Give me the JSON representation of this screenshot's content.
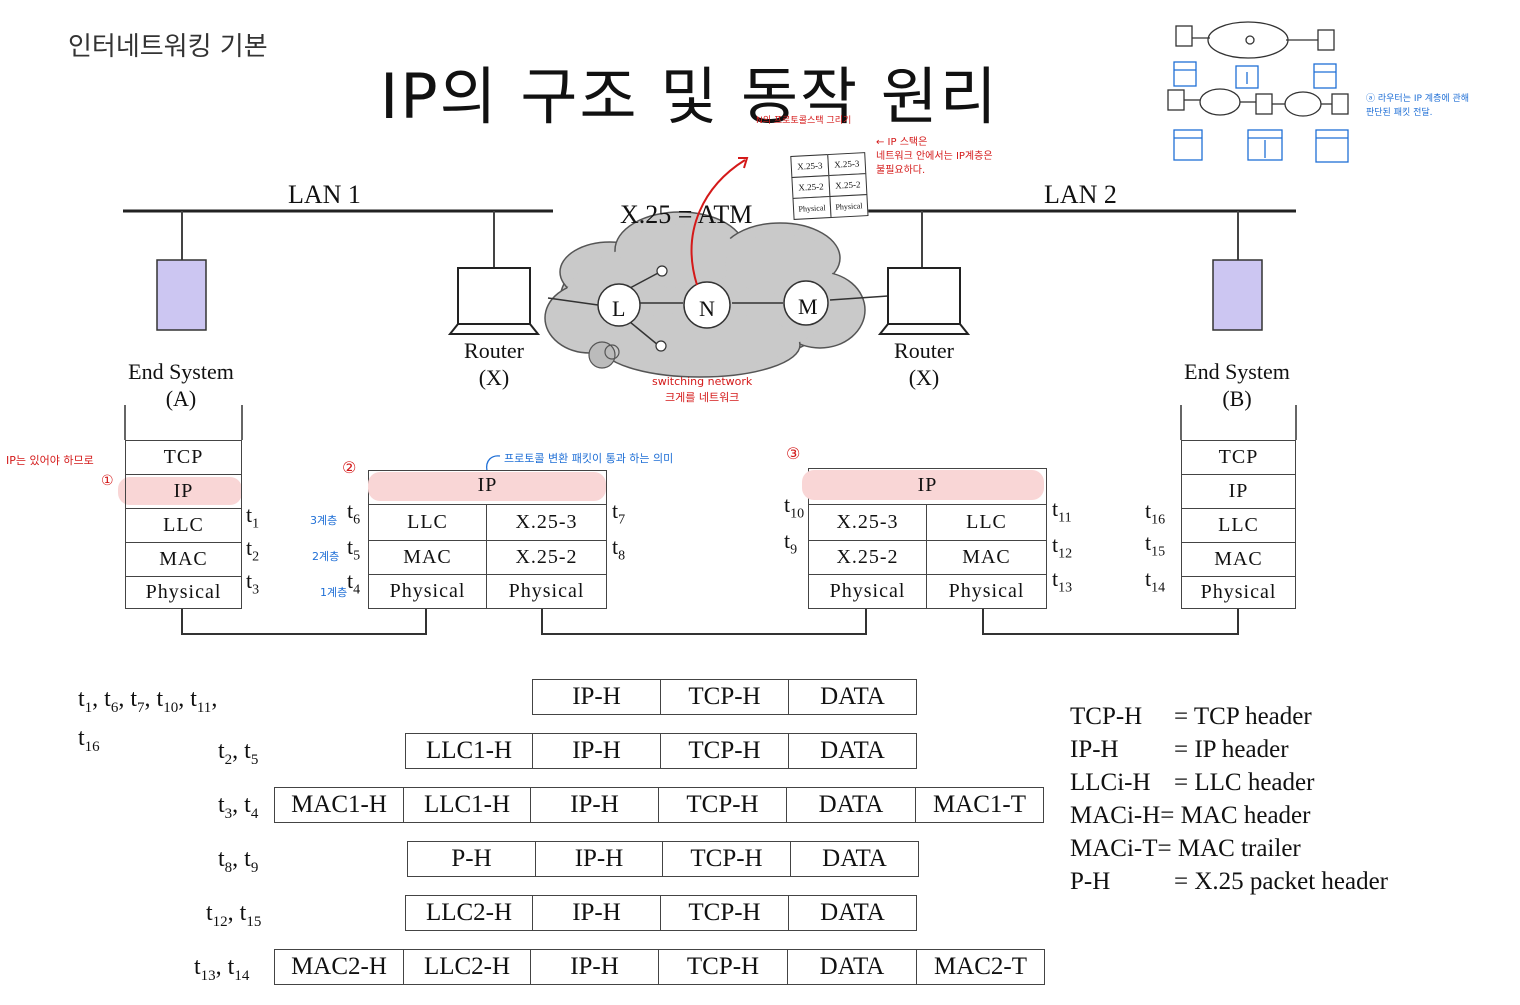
{
  "subtitle": "인터네트워킹 기본",
  "title": "IP의 구조 및 동작 원리",
  "lan1": "LAN 1",
  "lan2": "LAN 2",
  "network_label": "X.25 = ATM",
  "nodes": [
    "L",
    "N",
    "M"
  ],
  "end_system_a": {
    "name": "End System",
    "id": "(A)",
    "layers": [
      "TCP",
      "IP",
      "LLC",
      "MAC",
      "Physical"
    ]
  },
  "end_system_b": {
    "name": "End System",
    "id": "(B)",
    "layers": [
      "TCP",
      "IP",
      "LLC",
      "MAC",
      "Physical"
    ]
  },
  "router_left": {
    "name": "Router",
    "id": "(X)",
    "top": "IP",
    "left_layers": [
      "LLC",
      "MAC",
      "Physical"
    ],
    "right_layers": [
      "X.25-3",
      "X.25-2",
      "Physical"
    ]
  },
  "router_right": {
    "name": "Router",
    "id": "(X)",
    "top": "IP",
    "left_layers": [
      "X.25-3",
      "X.25-2",
      "Physical"
    ],
    "right_layers": [
      "LLC",
      "MAC",
      "Physical"
    ]
  },
  "time_labels": {
    "a": [
      {
        "t": "t",
        "s": "1"
      },
      {
        "t": "t",
        "s": "2"
      },
      {
        "t": "t",
        "s": "3"
      }
    ],
    "rl_left": [
      {
        "t": "t",
        "s": "6"
      },
      {
        "t": "t",
        "s": "5"
      },
      {
        "t": "t",
        "s": "4"
      }
    ],
    "rl_right": [
      {
        "t": "t",
        "s": "7"
      },
      {
        "t": "t",
        "s": "8"
      }
    ],
    "rr_left": [
      {
        "t": "t",
        "s": "10"
      },
      {
        "t": "t",
        "s": "9"
      }
    ],
    "rr_right": [
      {
        "t": "t",
        "s": "11"
      },
      {
        "t": "t",
        "s": "12"
      },
      {
        "t": "t",
        "s": "13"
      }
    ],
    "b": [
      {
        "t": "t",
        "s": "16"
      },
      {
        "t": "t",
        "s": "15"
      },
      {
        "t": "t",
        "s": "14"
      }
    ]
  },
  "packets": [
    {
      "label_html": "t<sub>1</sub>, t<sub>6</sub>, t<sub>7</sub>, t<sub>10</sub>, t<sub>11</sub>,<br>t<sub>16</sub>",
      "cells": [
        "IP-H",
        "TCP-H",
        "DATA"
      ]
    },
    {
      "label_html": "t<sub>2</sub>, t<sub>5</sub>",
      "cells": [
        "LLC1-H",
        "IP-H",
        "TCP-H",
        "DATA"
      ]
    },
    {
      "label_html": "t<sub>3</sub>, t<sub>4</sub>",
      "cells": [
        "MAC1-H",
        "LLC1-H",
        "IP-H",
        "TCP-H",
        "DATA",
        "MAC1-T"
      ]
    },
    {
      "label_html": "t<sub>8</sub>, t<sub>9</sub>",
      "cells": [
        "P-H",
        "IP-H",
        "TCP-H",
        "DATA"
      ]
    },
    {
      "label_html": "t<sub>12</sub>, t<sub>15</sub>",
      "cells": [
        "LLC2-H",
        "IP-H",
        "TCP-H",
        "DATA"
      ]
    },
    {
      "label_html": "t<sub>13</sub>, t<sub>14</sub>",
      "cells": [
        "MAC2-H",
        "LLC2-H",
        "IP-H",
        "TCP-H",
        "DATA",
        "MAC2-T"
      ]
    }
  ],
  "legend": [
    {
      "k": "TCP-H",
      "v": "= TCP header"
    },
    {
      "k": "IP-H",
      "v": "= IP header"
    },
    {
      "k": "LLCi-H",
      "v": "= LLC header"
    },
    {
      "k": "MACi-H",
      "v": "= MAC header"
    },
    {
      "k": "MACi-T",
      "v": "= MAC trailer"
    },
    {
      "k": "P-H",
      "v": "= X.25 packet header"
    }
  ],
  "annotations": {
    "red_ip_note": "IP는 있어야 하므로",
    "red_circle1": "①",
    "red_circle2": "②",
    "red_circle3": "③",
    "red_top_note": "N의 프로토콜스택 그리기",
    "red_stack_note": "← IP 스택은\n네트워크 안에서는 IP계층은\n불필요하다.",
    "red_switch_note": "switching network\n크게를 네트워크",
    "blue_layer3": "3계층",
    "blue_layer2": "2계층",
    "blue_layer1": "1계층",
    "blue_ip_note": "프로토콜 변환 패킷이 통과 하는 의미",
    "blue_side_note": "ⓐ 라우터는 IP 계층에 관해\n판단된 패킷 전달."
  },
  "mini_stack": {
    "rows": [
      "X.25-3",
      "X.25-2",
      "Physical"
    ],
    "right_rows": [
      "X.25-3",
      "X.25-2",
      "Physical"
    ]
  },
  "colors": {
    "end_system_fill": "#ccc6f2",
    "highlight": "#f9d6d6",
    "cloud": "#c9c9c9",
    "red_ink": "#d41919",
    "blue_ink": "#1f6fd6"
  }
}
